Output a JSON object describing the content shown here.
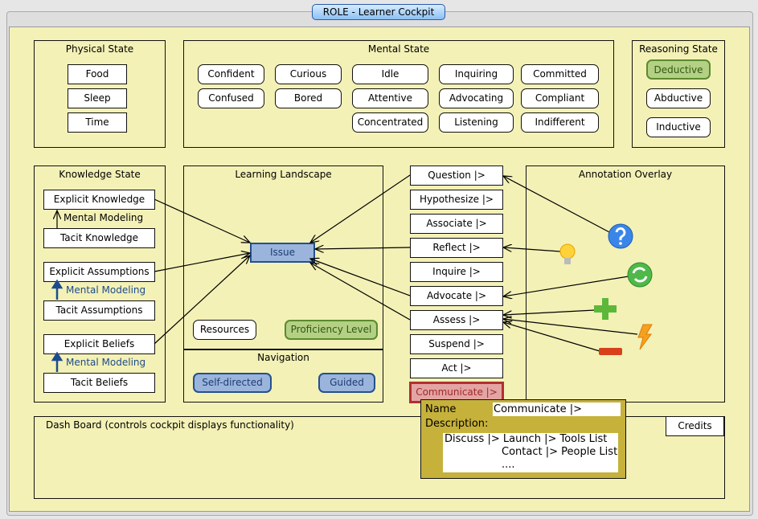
{
  "window": {
    "title": "ROLE - Learner Cockpit"
  },
  "physical": {
    "title": "Physical State",
    "items": [
      "Food",
      "Sleep",
      "Time"
    ]
  },
  "mental": {
    "title": "Mental State",
    "items": [
      [
        "Confident",
        "Curious",
        "Idle",
        "Inquiring",
        "Committed"
      ],
      [
        "Confused",
        "Bored",
        "Attentive",
        "Advocating",
        "Compliant"
      ],
      [
        "",
        "",
        "Concentrated",
        "Listening",
        "Indifferent"
      ]
    ]
  },
  "reasoning": {
    "title": "Reasoning State",
    "items": [
      "Deductive",
      "Abductive",
      "Inductive"
    ],
    "selected": "Deductive"
  },
  "knowledge": {
    "title": "Knowledge State",
    "explicit_knowledge": "Explicit Knowledge",
    "mm1": "Mental Modeling",
    "tacit_knowledge": "Tacit Knowledge",
    "explicit_assumptions": "Explicit Assumptions",
    "mm2": "Mental Modeling",
    "tacit_assumptions": "Tacit Assumptions",
    "explicit_beliefs": "Explicit Beliefs",
    "mm3": "Mental Modeling",
    "tacit_beliefs": "Tacit Beliefs"
  },
  "landscape": {
    "title": "Learning Landscape",
    "issue": "Issue",
    "resources": "Resources",
    "proficiency": "Proficiency Level"
  },
  "navigation": {
    "title": "Navigation",
    "self_directed": "Self-directed",
    "guided": "Guided"
  },
  "actions": [
    "Question |>",
    "Hypothesize |>",
    "Associate |>",
    "Reflect |>",
    "Inquire |>",
    "Advocate |>",
    "Assess |>",
    "Suspend |>",
    "Act |>",
    "Communicate |>"
  ],
  "annotation": {
    "title": "Annotation Overlay",
    "icons": [
      "question-icon",
      "lightbulb-icon",
      "refresh-icon",
      "plus-icon",
      "lightning-icon",
      "minus-icon"
    ]
  },
  "dashboard": {
    "title": "Dash Board (controls cockpit displays functionality)",
    "credits": "Credits"
  },
  "popup": {
    "name_label": "Name",
    "name_value": "Communicate |>",
    "description_label": "Description:",
    "description_lines": [
      "Discuss |> Launch |> Tools List",
      "Contact |> People List",
      "...."
    ]
  },
  "colors": {
    "background": "#f3f1b6",
    "selected_green": "#b4d084",
    "selected_blue": "#9ab4dc",
    "active_red": "#e3a4a4",
    "popup": "#c6b13b"
  }
}
